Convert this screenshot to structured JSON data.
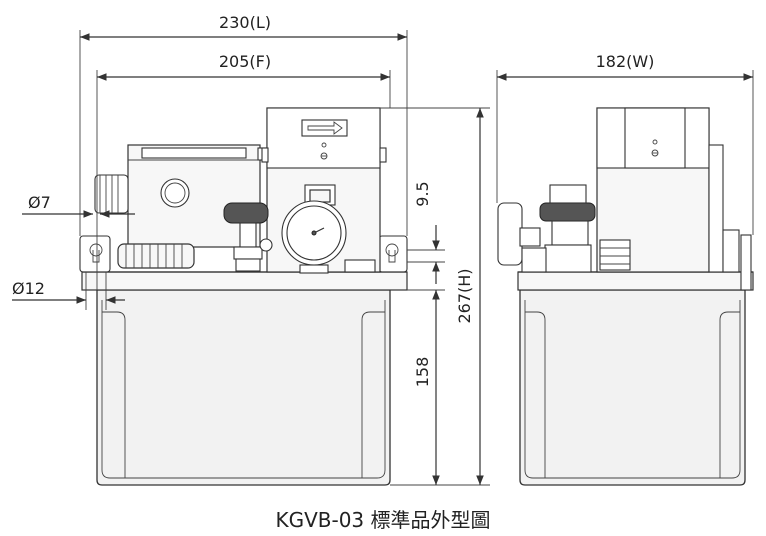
{
  "dimensions": {
    "length": "230(L)",
    "front": "205(F)",
    "width": "182(W)",
    "height_total": "267(H)",
    "height_tank": "158",
    "height_offset": "9.5",
    "dia_small": "Ø7",
    "dia_large": "Ø12"
  },
  "caption": "KGVB-03 標準品外型圖"
}
